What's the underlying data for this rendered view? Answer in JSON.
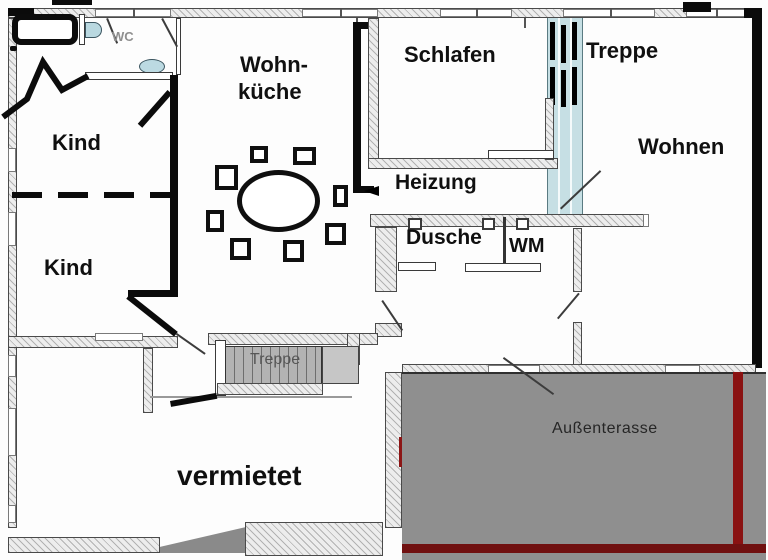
{
  "plan_type": "apartment-floor-plan",
  "rooms": {
    "wc": "WC",
    "kind_top": "Kind",
    "kind_bottom": "Kind",
    "wohnkueche": {
      "line1": "Wohn-",
      "line2": "küche"
    },
    "schlafen": "Schlafen",
    "treppe_top": "Treppe",
    "wohnen": "Wohnen",
    "heizung": "Heizung",
    "dusche": "Dusche",
    "wm": "WM",
    "treppe_middle": "Treppe",
    "vermietet": "vermietet",
    "aussenterasse": "Außenterasse"
  },
  "colors": {
    "fixture_blue": "#bcdae2",
    "stairwell_blue": "#c6dfe4",
    "stair_gray": "#b3b3b3",
    "terrace_gray": "#8f8f8f",
    "terrace_border_red": "#8a1212",
    "wall_black": "#0b0b0b"
  }
}
